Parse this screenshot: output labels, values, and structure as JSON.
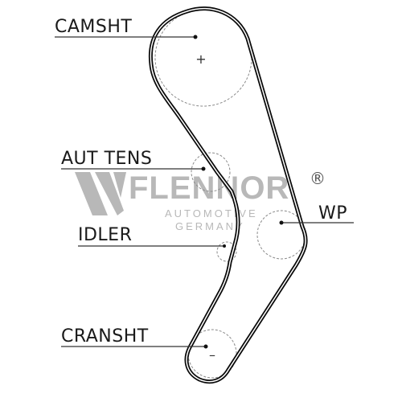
{
  "labels": {
    "camshaft": "CAMSHT",
    "tensioner": "AUT TENS",
    "idler": "IDLER",
    "water_pump": "WP",
    "crankshaft": "CRANSHT"
  },
  "logo": {
    "brand": "FLENNOR",
    "registered": "®",
    "line1": "AUTOMOTIVE",
    "line2": "GERMANY"
  },
  "marks": {
    "camshaft_center": "+",
    "crankshaft_center": "–"
  },
  "colors": {
    "belt": "#0a0a0a",
    "logo": "#b8b8b8",
    "label": "#1a1a1a"
  }
}
